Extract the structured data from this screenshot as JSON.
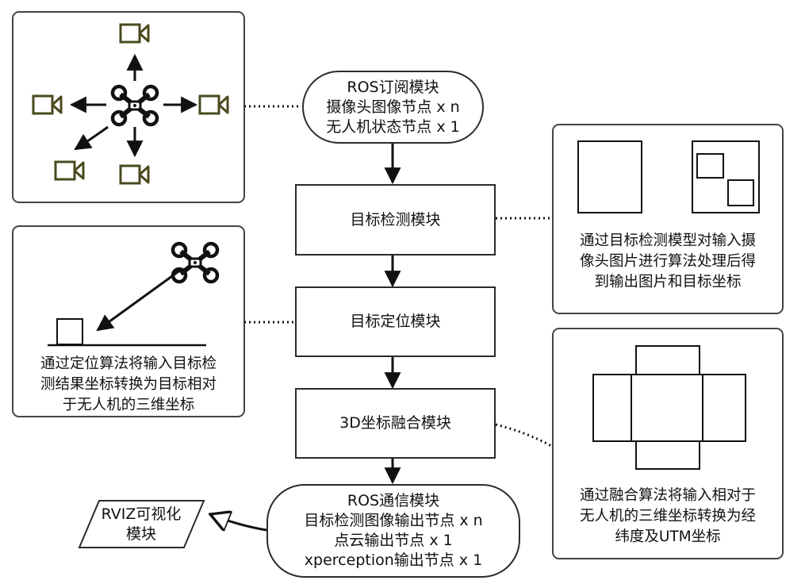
{
  "ros_subscribe": {
    "lines": [
      "ROS订阅模块",
      "摄像头图像节点 x n",
      "无人机状态节点 x 1"
    ]
  },
  "detection": {
    "label": "目标检测模块"
  },
  "localization": {
    "label": "目标定位模块"
  },
  "fusion": {
    "label": "3D坐标融合模块"
  },
  "ros_comm": {
    "lines": [
      "ROS通信模块",
      "目标检测图像输出节点 x n",
      "点云输出节点 x 1",
      "xperception输出节点 x 1"
    ]
  },
  "rviz": {
    "lines": [
      "RVIZ可视化",
      "模块"
    ]
  },
  "notes": {
    "detection_lines": [
      "通过目标检测模型对输入摄",
      "像头图片进行算法处理后得",
      "到输出图片和目标坐标"
    ],
    "localization_lines": [
      "通过定位算法将输入目标检",
      "测结果坐标转换为目标相对",
      "于无人机的三维坐标"
    ],
    "fusion_lines": [
      "通过融合算法将输入相对于",
      "无人机的三维坐标转换为经",
      "纬度及UTM坐标"
    ]
  },
  "colors": {
    "camera": "#4a4a1f",
    "stroke": "#2b2b2b"
  },
  "icons": [
    "drone-icon",
    "camera-icon"
  ]
}
